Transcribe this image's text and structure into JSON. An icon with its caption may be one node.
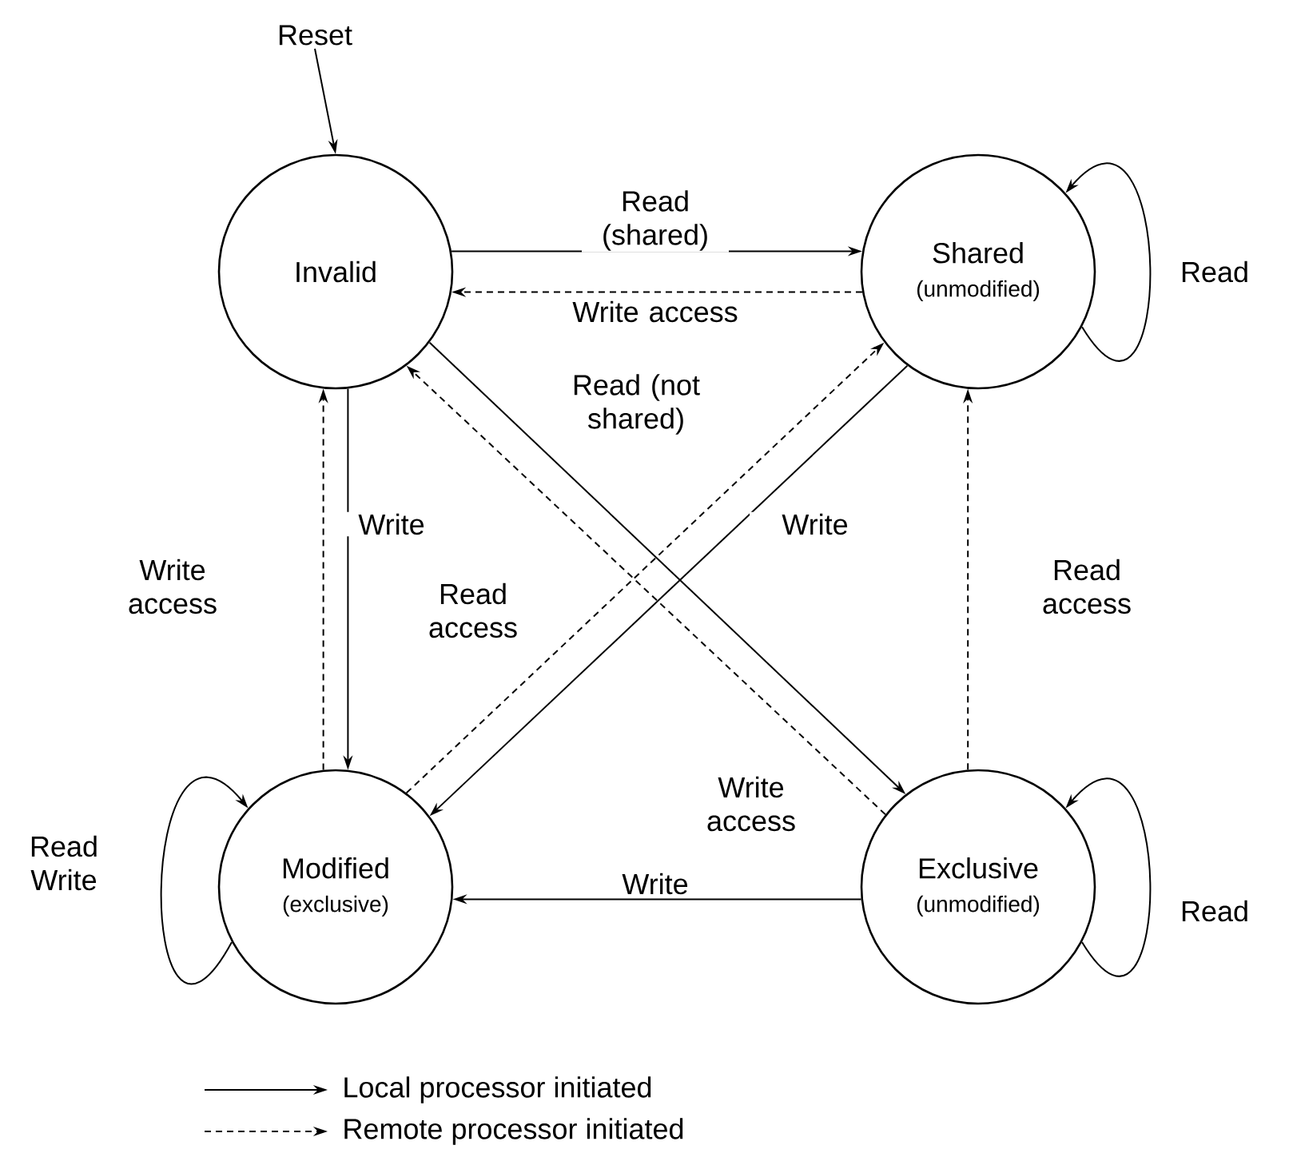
{
  "diagram": {
    "nodes": [
      {
        "text": [
          "Reset"
        ]
      },
      {
        "text": [
          "Invalid"
        ]
      },
      {
        "text": [
          "Shared",
          "(unmodified)"
        ]
      },
      {
        "text": [
          "Modified",
          "(exclusive)"
        ]
      },
      {
        "text": [
          "Exclusive",
          "(unmodified)"
        ]
      }
    ],
    "edges": [
      {
        "from": 0,
        "to": 1,
        "arrow": "to"
      },
      {
        "from": 1,
        "to": 2,
        "arrow": "to",
        "label": "Read (shared)"
      },
      {
        "from": 2,
        "to": 1,
        "arrow": "to",
        "label": "Write access",
        "style": "dashed"
      },
      {
        "from": 1,
        "to": 4,
        "arrow": "to",
        "label": "Read (not shared)"
      },
      {
        "from": 4,
        "to": 1,
        "arrow": "to",
        "label": "Write access",
        "style": "dashed"
      },
      {
        "from": 1,
        "to": 3,
        "arrow": "to",
        "label": "Write"
      },
      {
        "from": 3,
        "to": 1,
        "arrow": "to",
        "label": "Write access",
        "style": "dashed"
      },
      {
        "from": 2,
        "to": 3,
        "arrow": "to",
        "label": "Write"
      },
      {
        "from": 3,
        "to": 2,
        "arrow": "to",
        "label": "Read access",
        "style": "dashed"
      },
      {
        "from": 4,
        "to": 2,
        "arrow": "to",
        "label": "Read access",
        "style": "dashed"
      },
      {
        "from": 4,
        "to": 3,
        "arrow": "to",
        "label": "Write"
      },
      {
        "from": 2,
        "to": 2,
        "arrow": "to",
        "label": "Read"
      },
      {
        "from": 3,
        "to": 3,
        "arrow": "to",
        "label": "Read Write"
      },
      {
        "from": 4,
        "to": 4,
        "arrow": "to",
        "label": "Read"
      }
    ],
    "legend": [
      {
        "text": "Local processor initiated"
      },
      {
        "text": "Remote processor initiated"
      }
    ]
  }
}
